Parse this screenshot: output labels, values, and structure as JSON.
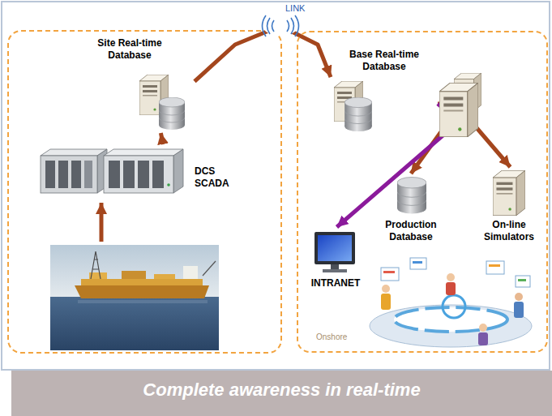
{
  "diagram": {
    "caption": "Complete awareness in real-time",
    "nodes": [
      {
        "text": [
          "Site Real-time Database"
        ]
      },
      {
        "text": [
          "DCS SCADA"
        ]
      },
      {
        "text": [
          "Onshore"
        ]
      },
      {
        "text": [
          "Base Real-time Database"
        ],
        "in": 2
      },
      {
        "text": [
          "Production Database"
        ],
        "in": 2
      },
      {
        "text": [
          "On-line Simulators"
        ],
        "in": 2
      },
      {
        "text": [
          "INTRANET"
        ],
        "in": 2
      }
    ],
    "edges": [
      {
        "from": 1,
        "to": 0,
        "arrow": "to"
      },
      {
        "from": 0,
        "to": 3,
        "arrow": "to",
        "label": "LINK"
      },
      {
        "from": 3,
        "to": 4,
        "arrow": "both"
      },
      {
        "from": 3,
        "to": 5,
        "arrow": "both"
      },
      {
        "from": 3,
        "to": 6,
        "arrow": "to"
      }
    ]
  }
}
